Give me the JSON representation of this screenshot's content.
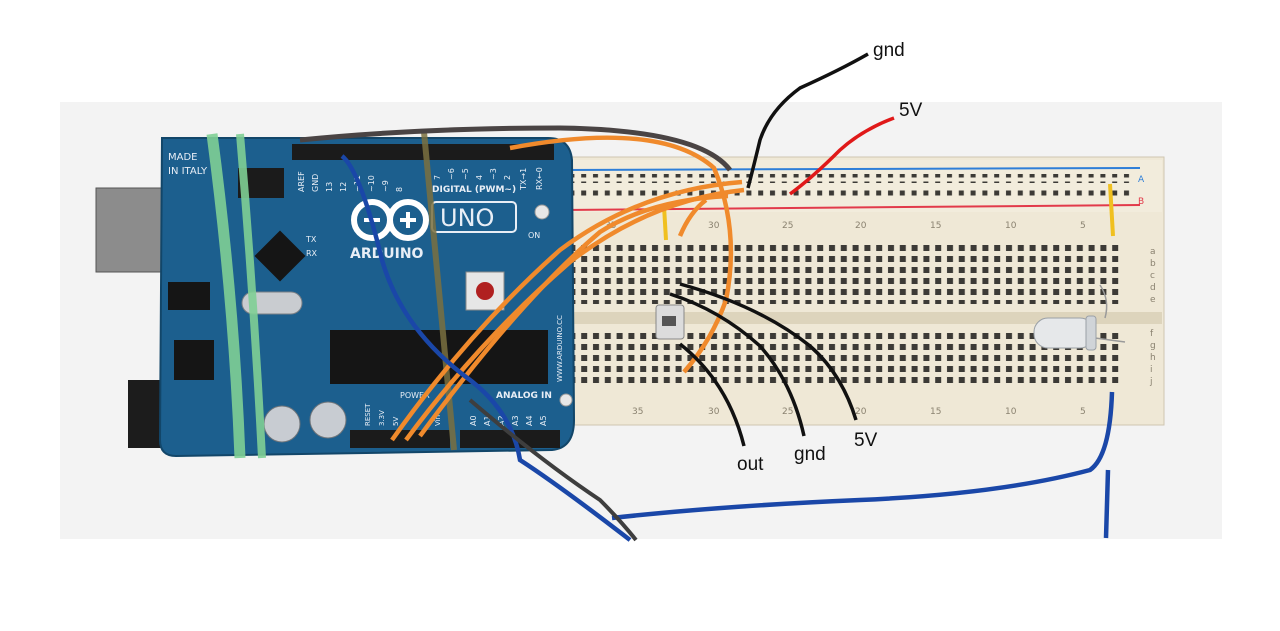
{
  "annotations": {
    "gnd_top": "gnd",
    "v5_top": "5V",
    "out_bottom": "out",
    "gnd_bottom": "gnd",
    "v5_bottom": "5V"
  },
  "board": {
    "made_in": "MADE",
    "italy": "IN ITALY",
    "digital": "DIGITAL (PWM~)",
    "brand": "ARDUINO",
    "model": "UNO",
    "on": "ON",
    "analog": "ANALOG IN",
    "power": "POWER",
    "website": "WWW.ARDUINO.CC",
    "aref": "AREF",
    "gnd": "GND",
    "tx": "TX",
    "rx": "RX",
    "reset": "RESET",
    "v33": "3.3V",
    "v5": "5V",
    "vin": "Vin",
    "a0": "A0",
    "a1": "A1",
    "a2": "A2",
    "a3": "A3",
    "a4": "A4",
    "a5": "A5",
    "pin13": "13",
    "pin12": "12",
    "pin11": "~11",
    "pin10": "~10",
    "pin9": "~9",
    "pin8": "8",
    "pin7": "7",
    "pin6": "~6",
    "pin5": "~5",
    "pin4": "4",
    "pin3": "~3",
    "pin2": "2",
    "tx1": "TX→1",
    "rx0": "RX←0"
  },
  "breadboard": {
    "rail_a": "A",
    "rail_b": "B",
    "cols": [
      "35",
      "30",
      "25",
      "20",
      "15",
      "10",
      "5"
    ],
    "rows": [
      "a",
      "b",
      "c",
      "d",
      "e",
      "f",
      "g",
      "h",
      "i",
      "j"
    ]
  },
  "colors": {
    "background": "#ffffff",
    "photo_backdrop": "#f3f3f3",
    "board": "#1c5f8e",
    "breadboard": "#efe8d6",
    "wire_orange": "#f08a2c",
    "wire_blue": "#1a47a8",
    "wire_black": "#111111",
    "wire_red": "#e01919",
    "rubber_band": "#7fcf95"
  }
}
